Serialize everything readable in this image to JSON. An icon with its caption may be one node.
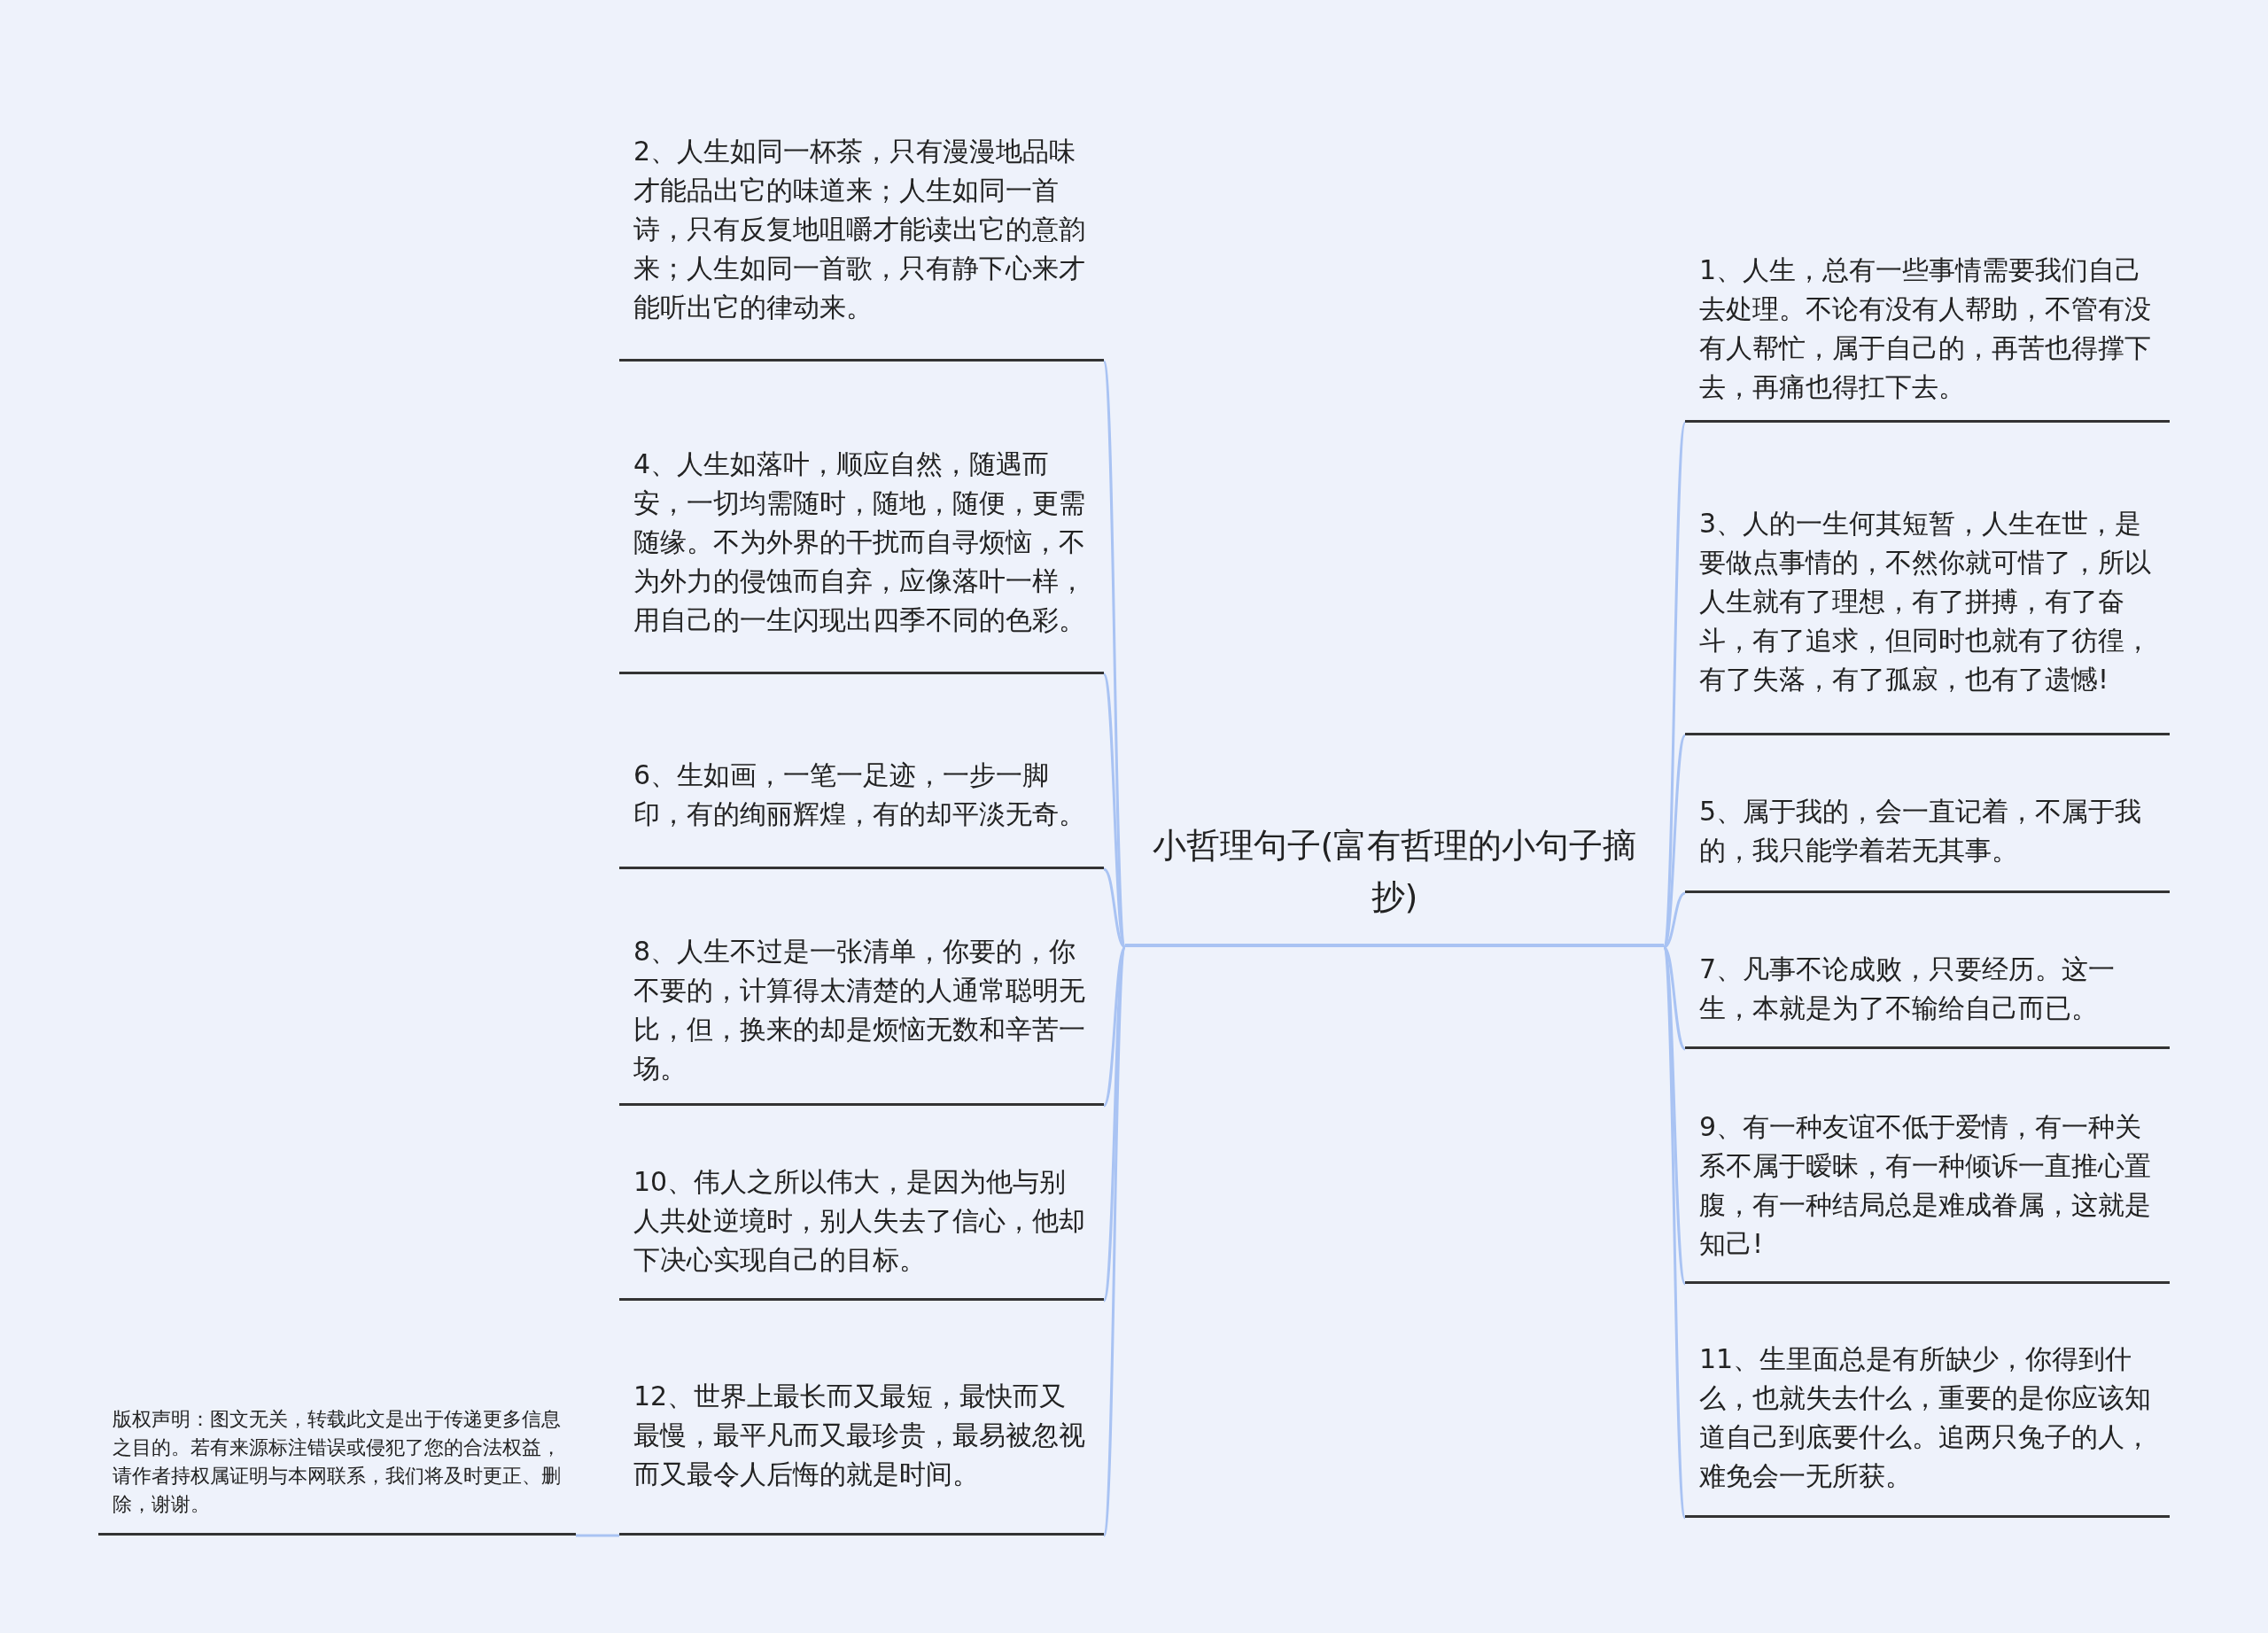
{
  "diagram": {
    "nodes": [
      {
        "text": [
          "小哲理句子(富有哲理的小句子摘抄)"
        ]
      },
      {
        "text": [
          "2、人生如同一杯茶，只有漫漫地品味才能品出它的味道来；人生如同一首诗，只有反复地咀嚼才能读出它的意韵来；人生如同一首歌，只有静下心来才能听出它的律动来。"
        ]
      },
      {
        "text": [
          "4、人生如落叶，顺应自然，随遇而安，一切均需随时，随地，随便，更需随缘。不为外界的干扰而自寻烦恼，不为外力的侵蚀而自弃，应像落叶一样，用自己的一生闪现出四季不同的色彩。"
        ]
      },
      {
        "text": [
          "6、生如画，一笔一足迹，一步一脚印，有的绚丽辉煌，有的却平淡无奇。"
        ]
      },
      {
        "text": [
          "8、人生不过是一张清单，你要的，你不要的，计算得太清楚的人通常聪明无比，但，换来的却是烦恼无数和辛苦一场。"
        ]
      },
      {
        "text": [
          "10、伟人之所以伟大，是因为他与别人共处逆境时，别人失去了信心，他却下决心实现自己的目标。"
        ]
      },
      {
        "text": [
          "12、世界上最长而又最短，最快而又最慢，最平凡而又最珍贵，最易被忽视而又最令人后悔的就是时间。"
        ]
      },
      {
        "text": [
          "1、人生，总有一些事情需要我们自己去处理。不论有没有人帮助，不管有没有人帮忙，属于自己的，再苦也得撑下去，再痛也得扛下去。"
        ]
      },
      {
        "text": [
          "3、人的一生何其短暂，人生在世，是要做点事情的，不然你就可惜了，所以人生就有了理想，有了拼搏，有了奋斗，有了追求，但同时也就有了彷徨，有了失落，有了孤寂，也有了遗憾!"
        ]
      },
      {
        "text": [
          "5、属于我的，会一直记着，不属于我的，我只能学着若无其事。"
        ]
      },
      {
        "text": [
          "7、凡事不论成败，只要经历。这一生，本就是为了不输给自己而已。"
        ]
      },
      {
        "text": [
          "9、有一种友谊不低于爱情，有一种关系不属于暧昧，有一种倾诉一直推心置腹，有一种结局总是难成眷属，这就是知己!"
        ]
      },
      {
        "text": [
          "11、生里面总是有所缺少，你得到什么，也就失去什么，重要的是你应该知道自己到底要什么。追两只兔子的人，难免会一无所获。"
        ]
      },
      {
        "text": [
          "版权声明：图文无关，转载此文是出于传递更多信息之目的。若有来源标注错误或侵犯了您的合法权益，请作者持权属证明与本网联系，我们将及时更正、删除，谢谢。"
        ]
      }
    ],
    "edges": [
      {
        "from": 0,
        "to": 1,
        "arrow": "none"
      },
      {
        "from": 0,
        "to": 2,
        "arrow": "none"
      },
      {
        "from": 0,
        "to": 3,
        "arrow": "none"
      },
      {
        "from": 0,
        "to": 4,
        "arrow": "none"
      },
      {
        "from": 0,
        "to": 5,
        "arrow": "none"
      },
      {
        "from": 0,
        "to": 6,
        "arrow": "none"
      },
      {
        "from": 0,
        "to": 7,
        "arrow": "none"
      },
      {
        "from": 0,
        "to": 8,
        "arrow": "none"
      },
      {
        "from": 0,
        "to": 9,
        "arrow": "none"
      },
      {
        "from": 0,
        "to": 10,
        "arrow": "none"
      },
      {
        "from": 0,
        "to": 11,
        "arrow": "none"
      },
      {
        "from": 0,
        "to": 12,
        "arrow": "none"
      },
      {
        "from": 6,
        "to": 13,
        "arrow": "none"
      }
    ]
  }
}
